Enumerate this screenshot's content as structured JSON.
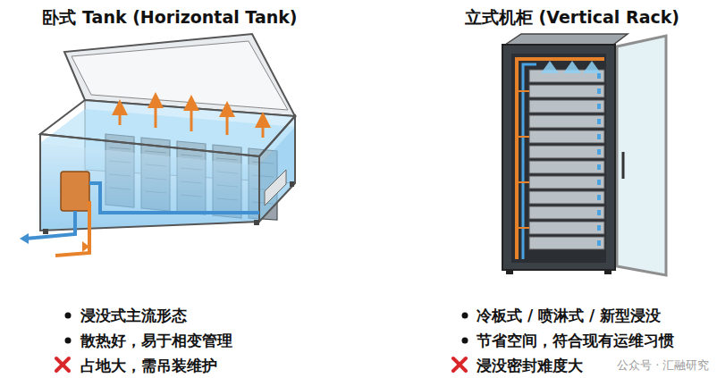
{
  "diagram": {
    "labels": [
      "卧式 Tank (Horizontal Tank)",
      "浸没式主流形态",
      "散热好，易于相变管理",
      "占地大，需吊装维护",
      "立式机柜 (Vertical Rack)",
      "冷板式 / 喷淋式 / 新型浸没",
      "节省空间，符合现有运维习惯",
      "浸没密封难度大",
      "公众号 · 汇融研究"
    ]
  }
}
